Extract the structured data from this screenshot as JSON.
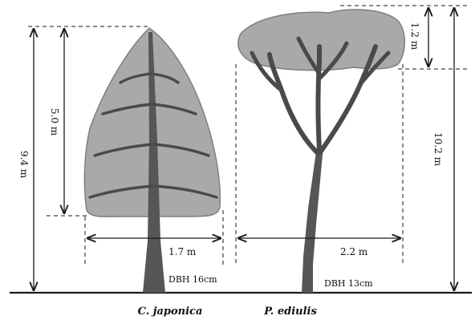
{
  "trees": [
    {
      "species": "C. japonica",
      "total_height": "9.4 m",
      "crown_length": "5.0 m",
      "crown_width": "1.7 m",
      "dbh": "DBH 16cm"
    },
    {
      "species": "P. ediulis",
      "total_height": "10.2 m",
      "crown_length": "1.2 m",
      "crown_width": "2.2 m",
      "dbh": "DBH 13cm"
    }
  ],
  "colors": {
    "crown_fill": "#a9a9a9",
    "crown_edge": "#7f7f7f",
    "trunk": "#565656",
    "branch": "#4a4a4a",
    "lines": "#1a1a1a"
  }
}
